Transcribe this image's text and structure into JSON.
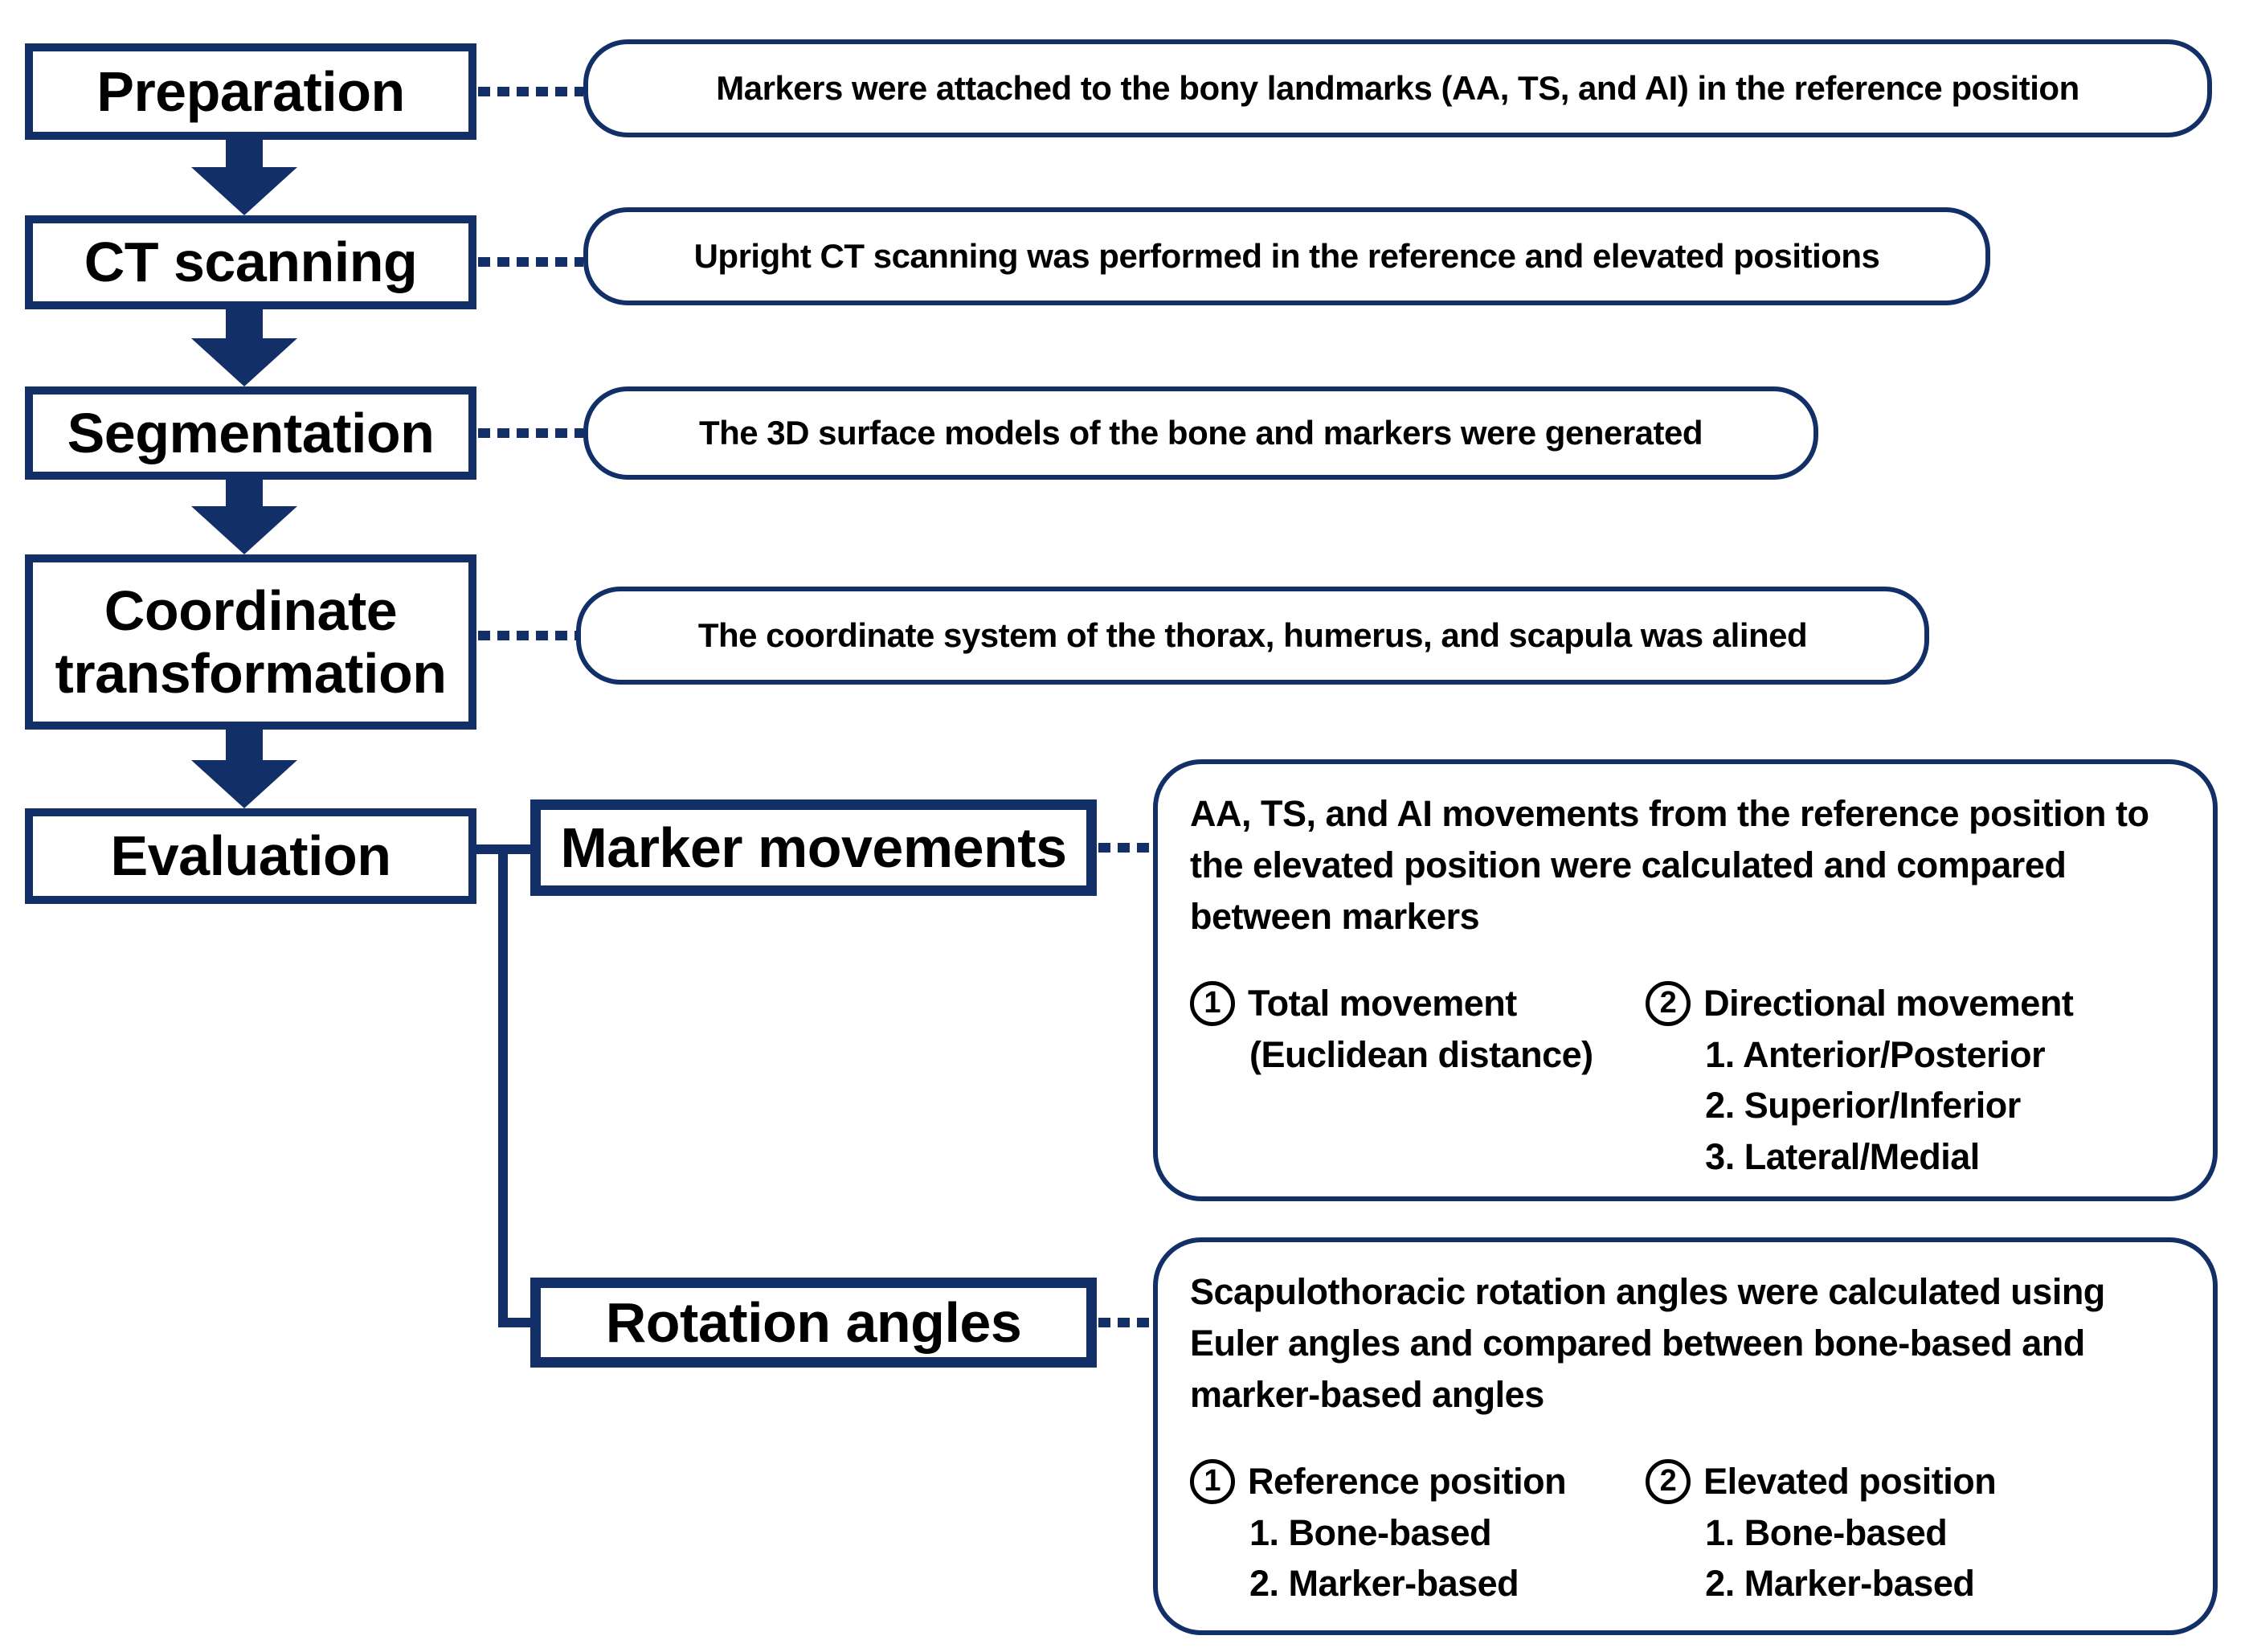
{
  "flow": {
    "steps": [
      {
        "label": "Preparation",
        "note": "Markers were attached to the bony landmarks (AA, TS, and AI) in the reference position"
      },
      {
        "label": "CT scanning",
        "note": "Upright CT scanning was performed in the reference and elevated positions"
      },
      {
        "label": "Segmentation",
        "note": "The 3D surface models of the bone and markers were generated"
      },
      {
        "label": "Coordinate transformation",
        "note": "The coordinate system of the thorax, humerus, and scapula was alined"
      },
      {
        "label": "Evaluation"
      }
    ],
    "branches": [
      {
        "label": "Marker movements",
        "panel": {
          "paragraph": "AA, TS, and AI movements from the reference position to the elevated position were calculated and compared between markers",
          "items": [
            {
              "num": "1",
              "title": "Total movement",
              "subs": [
                "(Euclidean distance)"
              ]
            },
            {
              "num": "2",
              "title": "Directional movement",
              "subs": [
                "1. Anterior/Posterior",
                "2. Superior/Inferior",
                "3. Lateral/Medial"
              ]
            }
          ]
        }
      },
      {
        "label": "Rotation angles",
        "panel": {
          "paragraph": "Scapulothoracic rotation angles were calculated using Euler angles and compared between bone-based and marker-based angles",
          "items": [
            {
              "num": "1",
              "title": "Reference position",
              "subs": [
                "1. Bone-based",
                "2. Marker-based"
              ]
            },
            {
              "num": "2",
              "title": "Elevated position",
              "subs": [
                "1. Bone-based",
                "2. Marker-based"
              ]
            }
          ]
        }
      }
    ],
    "colors": {
      "accent": "#122f68",
      "text": "#000000",
      "background": "#ffffff"
    }
  }
}
